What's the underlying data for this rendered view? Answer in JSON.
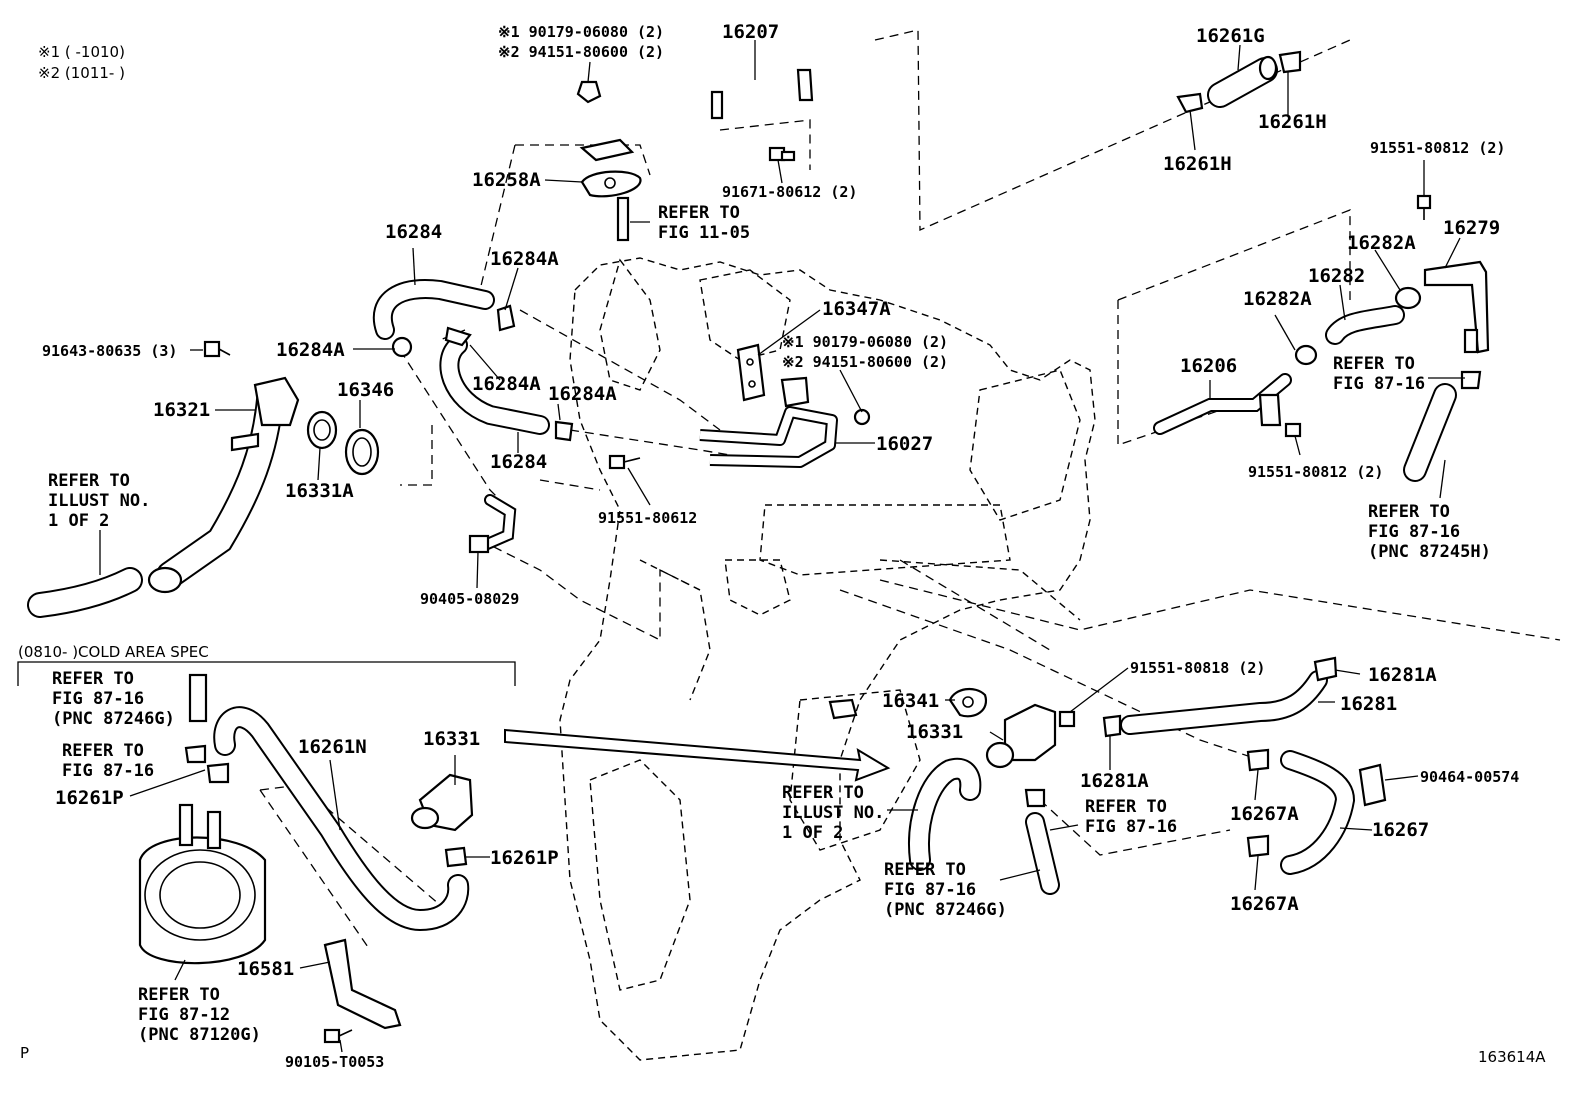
{
  "notes": {
    "n1": "※1 (      -1010)",
    "n2": "※2 (1011-      )",
    "cold_area": "(0810-      )COLD AREA SPEC",
    "page_mark": "P",
    "figure_code": "163614A"
  },
  "parts": {
    "p16207": "16207",
    "fast_top_1": "※1 90179-06080 (2)",
    "fast_top_2": "※2 94151-80600 (2)",
    "p16258A": "16258A",
    "p91671": "91671-80612 (2)",
    "ref_11_05_a": "REFER TO",
    "ref_11_05_b": "FIG 11-05",
    "p16284_top": "16284",
    "p16284A_1": "16284A",
    "p16284A_2": "16284A",
    "p16284A_3": "16284A",
    "p16284A_4": "16284A",
    "p16284_mid": "16284",
    "p91643": "91643-80635 (3)",
    "p16321": "16321",
    "p16346": "16346",
    "p16331A": "16331A",
    "ref_illust_a1": "REFER TO",
    "ref_illust_a2": "ILLUST NO.",
    "ref_illust_a3": "1 OF 2",
    "p16347A": "16347A",
    "fast_mid_1": "※1 90179-06080 (2)",
    "fast_mid_2": "※2 94151-80600 (2)",
    "p16027": "16027",
    "p91551_80612": "91551-80612",
    "p90405": "90405-08029",
    "p16261G": "16261G",
    "p16261H_1": "16261H",
    "p16261H_2": "16261H",
    "p91551_80812_a": "91551-80812 (2)",
    "p16279": "16279",
    "p16282A_1": "16282A",
    "p16282": "16282",
    "p16282A_2": "16282A",
    "p16206": "16206",
    "ref_87_16_r1": "REFER TO",
    "ref_87_16_r2": "FIG 87-16",
    "p91551_80812_b": "91551-80812 (2)",
    "ref_87245_1": "REFER TO",
    "ref_87245_2": "FIG 87-16",
    "ref_87245_3": "(PNC 87245H)",
    "ref_87246_l1": "REFER TO",
    "ref_87246_l2": "FIG 87-16",
    "ref_87246_l3": "(PNC 87246G)",
    "ref_87_16_l1": "REFER TO",
    "ref_87_16_l2": "FIG 87-16",
    "p16261P_1": "16261P",
    "p16261N": "16261N",
    "p16331_left": "16331",
    "p16261P_2": "16261P",
    "ref_87_12_1": "REFER TO",
    "ref_87_12_2": "FIG 87-12",
    "ref_87_12_3": "(PNC 87120G)",
    "p16581": "16581",
    "p90105": "90105-T0053",
    "p91551_80818": "91551-80818 (2)",
    "p16281A_1": "16281A",
    "p16341": "16341",
    "p16331_right": "16331",
    "p16281": "16281",
    "p16281A_2": "16281A",
    "ref_illust_b1": "REFER TO",
    "ref_illust_b2": "ILLUST NO.",
    "ref_illust_b3": "1 OF 2",
    "ref_87_16_c1": "REFER TO",
    "ref_87_16_c2": "FIG 87-16",
    "ref_87246_c1": "REFER TO",
    "ref_87246_c2": "FIG 87-16",
    "ref_87246_c3": "(PNC 87246G)",
    "p16267A_1": "16267A",
    "p16267": "16267",
    "p16267A_2": "16267A",
    "p90464": "90464-00574"
  }
}
